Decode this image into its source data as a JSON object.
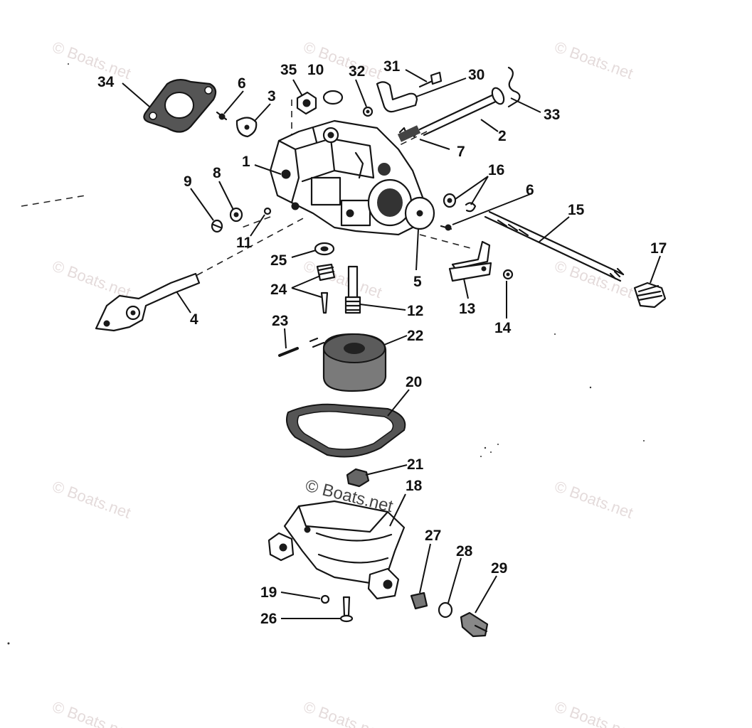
{
  "diagram": {
    "part_numbers": [
      "1",
      "2",
      "3",
      "4",
      "5",
      "6",
      "7",
      "8",
      "9",
      "10",
      "11",
      "12",
      "13",
      "14",
      "15",
      "16",
      "17",
      "18",
      "19",
      "20",
      "21",
      "22",
      "23",
      "24",
      "25",
      "26",
      "27",
      "28",
      "29",
      "30",
      "31",
      "32",
      "33",
      "34",
      "35"
    ],
    "label_6_repeat": "6"
  },
  "watermark": {
    "text": "© Boats.net"
  },
  "colors": {
    "ink": "#151515",
    "watermark": "#d7c9c9",
    "background": "#ffffff"
  }
}
